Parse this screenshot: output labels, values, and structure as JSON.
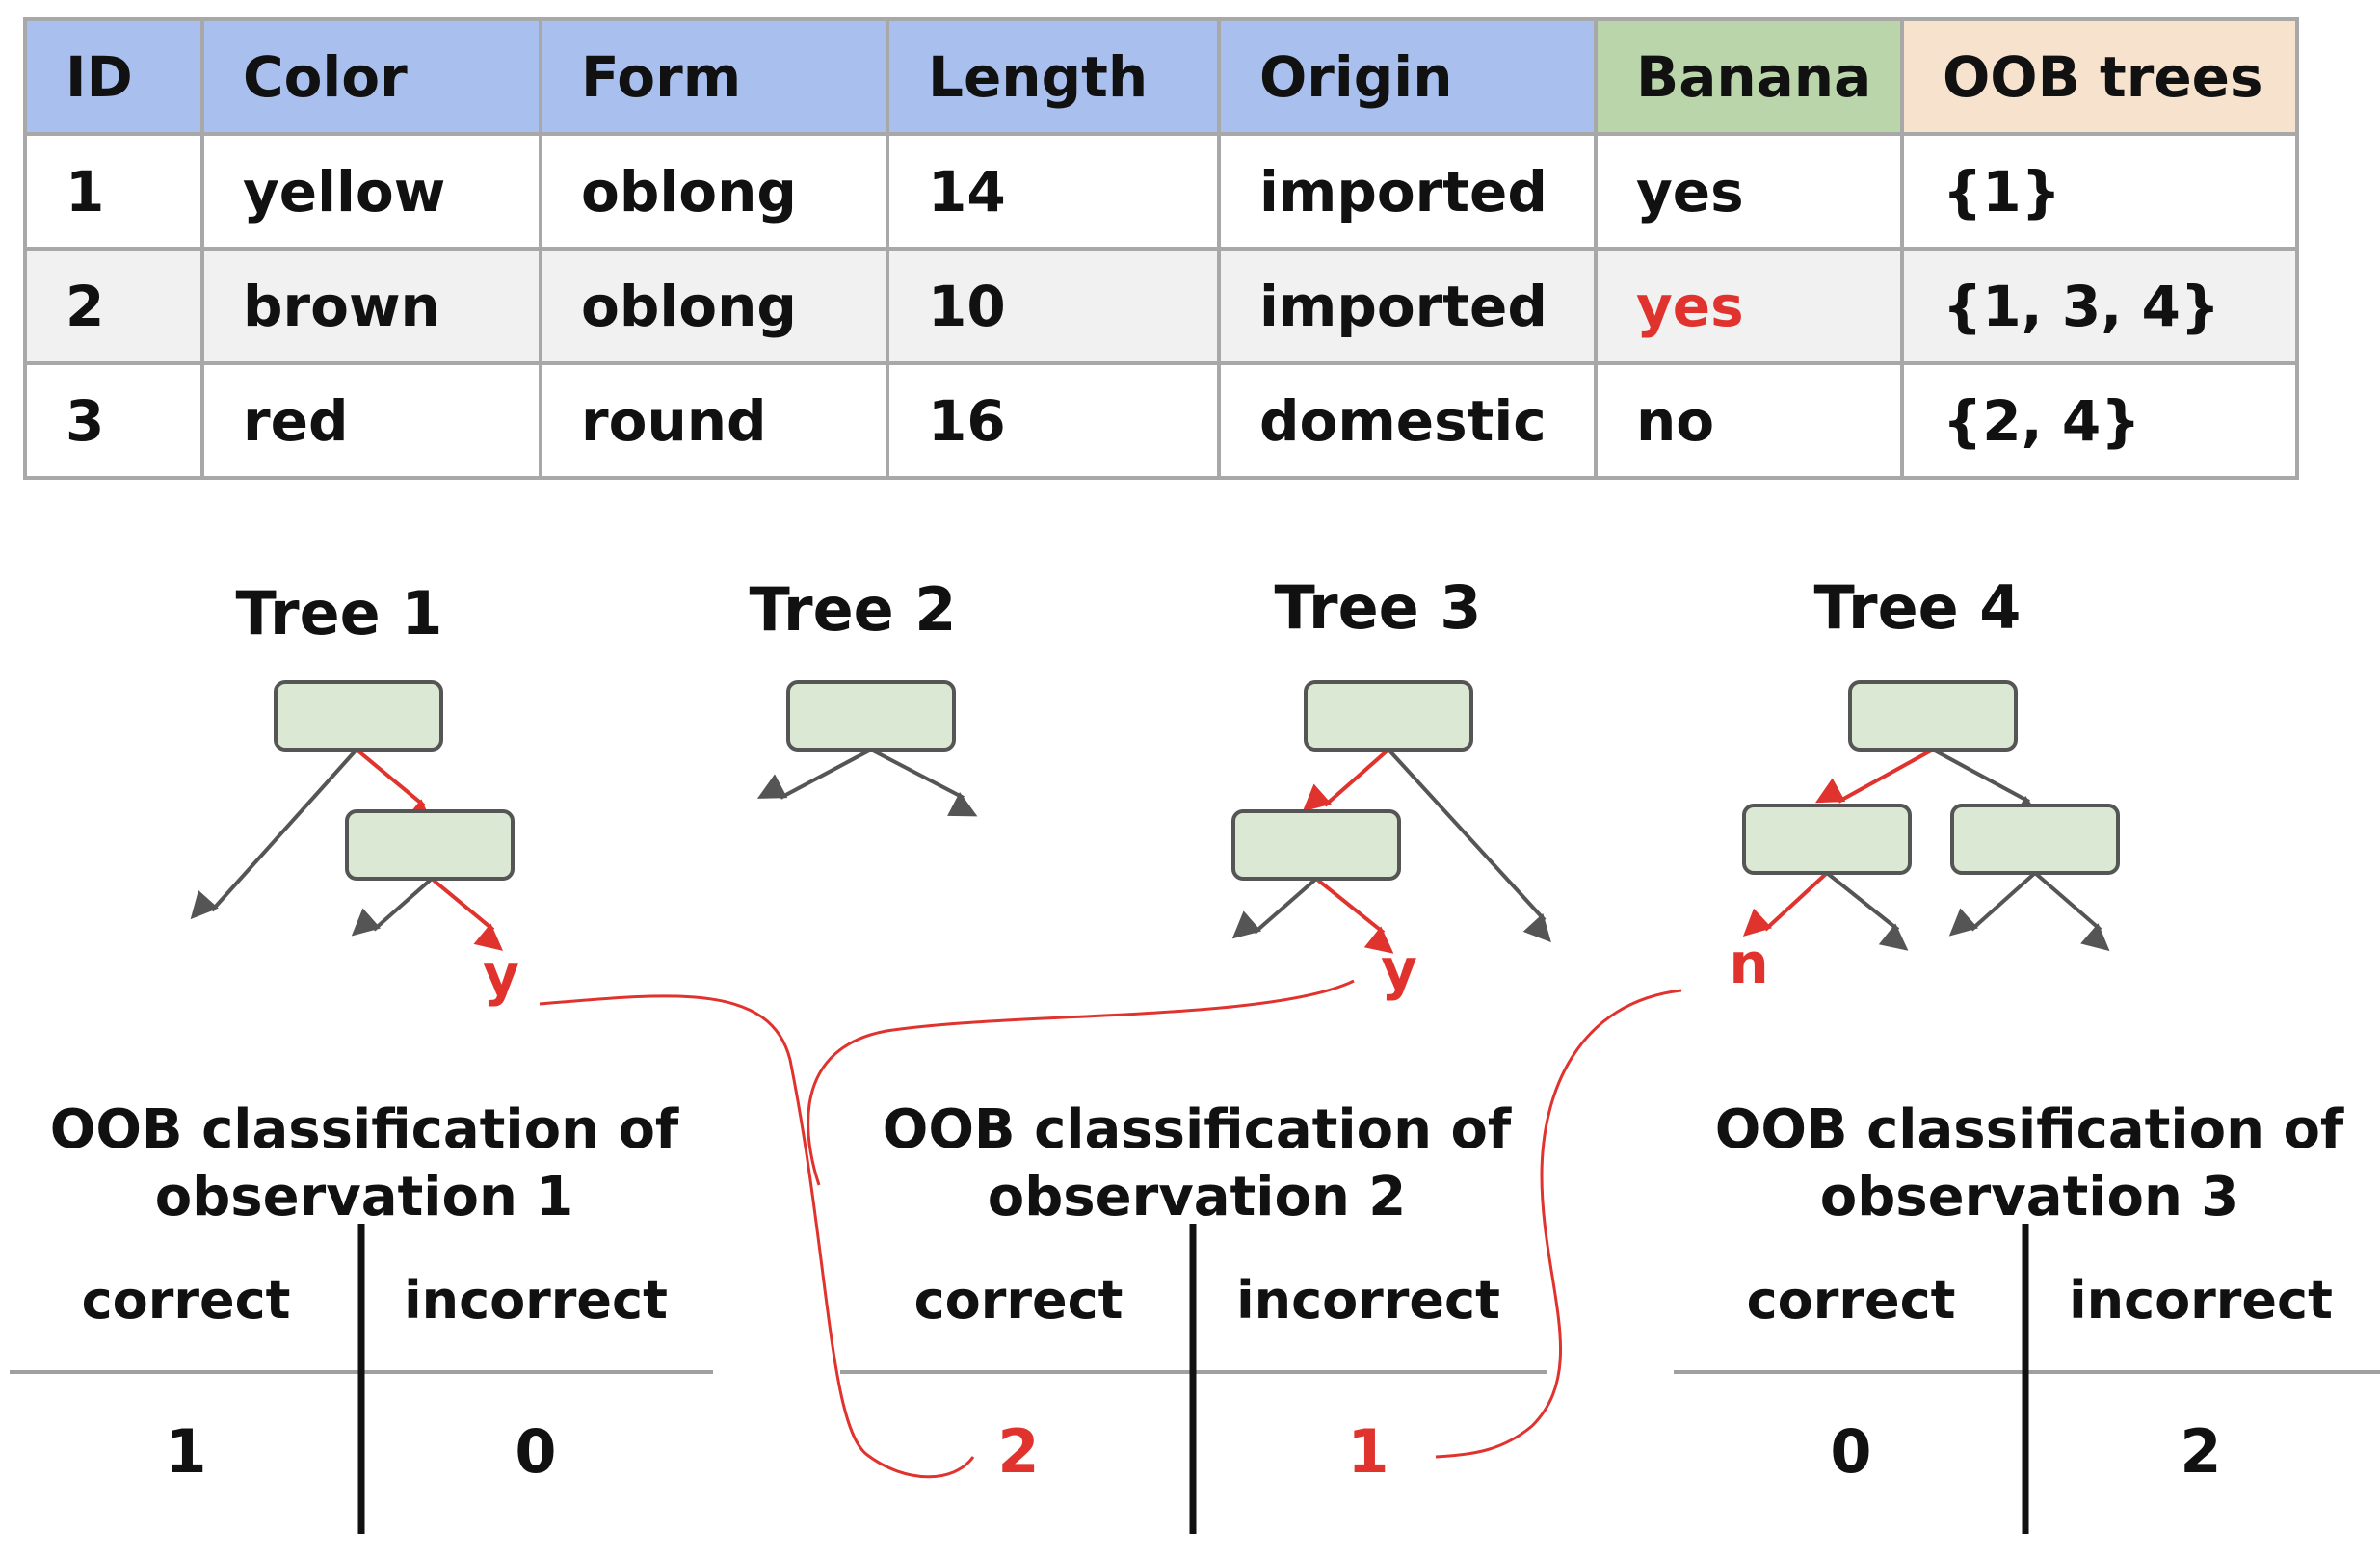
{
  "table": {
    "headers": [
      "ID",
      "Color",
      "Form",
      "Length",
      "Origin",
      "Banana",
      "OOB trees"
    ],
    "rows": [
      [
        "1",
        "yellow",
        "oblong",
        "14",
        "imported",
        "yes",
        "{1}"
      ],
      [
        "2",
        "brown",
        "oblong",
        "10",
        "imported",
        "yes",
        "{1, 3, 4}"
      ],
      [
        "3",
        "red",
        "round",
        "16",
        "domestic",
        "no",
        "{2, 4}"
      ]
    ],
    "highlight_color": "#e0332e"
  },
  "trees": {
    "titles": [
      "Tree 1",
      "Tree 2",
      "Tree 3",
      "Tree 4"
    ],
    "leaf_labels": [
      "y",
      "y",
      "n"
    ]
  },
  "panels": [
    {
      "title_line1": "OOB classification of",
      "title_line2": "observation 1",
      "correct_label": "correct",
      "incorrect_label": "incorrect",
      "correct": "1",
      "incorrect": "0"
    },
    {
      "title_line1": "OOB classification of",
      "title_line2": "observation 2",
      "correct_label": "correct",
      "incorrect_label": "incorrect",
      "correct": "2",
      "incorrect": "1"
    },
    {
      "title_line1": "OOB classification of",
      "title_line2": "observation 3",
      "correct_label": "correct",
      "incorrect_label": "incorrect",
      "correct": "0",
      "incorrect": "2"
    }
  ],
  "colors": {
    "header_blue": "#a9c0ee",
    "header_green": "#b9d5a9",
    "header_peach": "#f6e2cd",
    "node_fill": "#dbe8d3",
    "path_red": "#e0332e"
  }
}
